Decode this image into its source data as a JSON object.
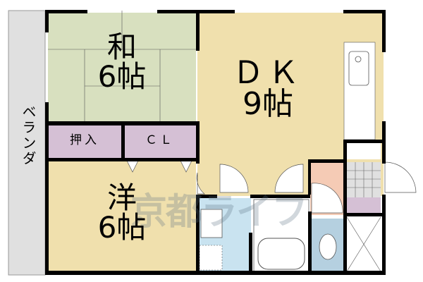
{
  "rooms": {
    "washitsu": {
      "name": "和",
      "size": "6帖",
      "color": "#d8e0bf"
    },
    "dk": {
      "name": "ＤＫ",
      "size": "9帖",
      "color": "#f0e0ad"
    },
    "youshitsu": {
      "name": "洋",
      "size": "6帖",
      "color": "#f0e0ad"
    },
    "oshiire": {
      "name": "押入",
      "color": "#d5c0d5"
    },
    "closet": {
      "name": "ＣＬ",
      "color": "#d5c0d5"
    },
    "veranda": {
      "name": "ベランダ",
      "color": "#e0e0e0"
    },
    "washroom": {
      "color": "#c9e3f0"
    },
    "toilet": {
      "color": "#b5d0e0"
    },
    "entrance": {
      "color": "#f5cbb5"
    }
  },
  "watermark": "京都ライフ"
}
